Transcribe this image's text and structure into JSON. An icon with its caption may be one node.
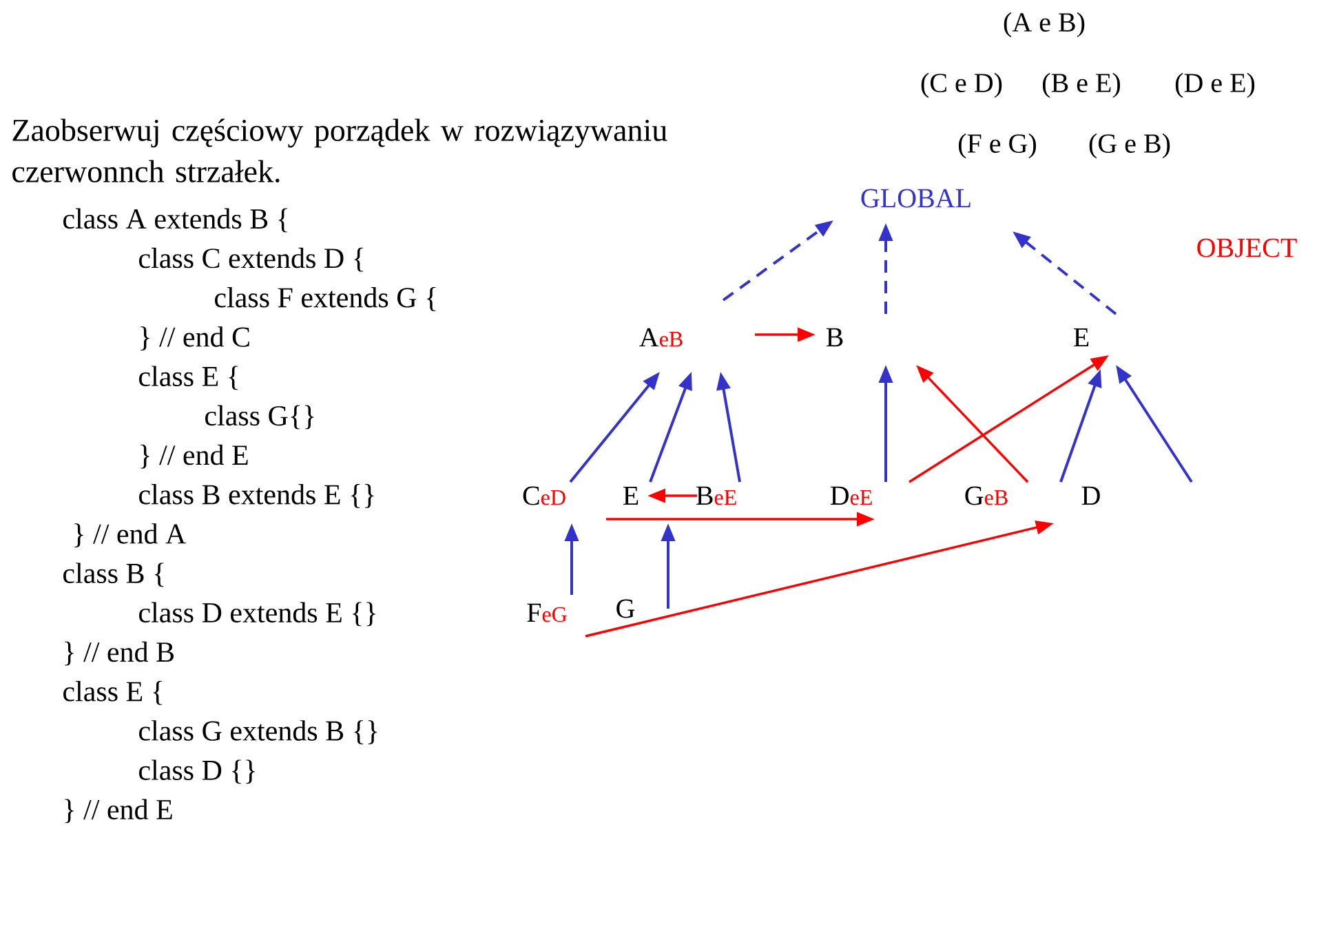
{
  "diagram": {
    "nodes": [
      {
        "text": [
          "GLOBAL"
        ]
      },
      {
        "text": [
          "OBJECT"
        ]
      },
      {
        "text": [
          "A",
          "eB"
        ]
      },
      {
        "text": [
          "B"
        ]
      },
      {
        "text": [
          "E"
        ]
      },
      {
        "text": [
          "C",
          "eD"
        ]
      },
      {
        "text": [
          "E"
        ]
      },
      {
        "text": [
          "B",
          "eE"
        ]
      },
      {
        "text": [
          "D",
          "eE"
        ]
      },
      {
        "text": [
          "G",
          "eB"
        ]
      },
      {
        "text": [
          "D"
        ]
      },
      {
        "text": [
          "F",
          "eG"
        ]
      },
      {
        "text": [
          "G"
        ]
      }
    ],
    "edges": [
      {
        "from": 2,
        "to": 0,
        "arrow": "to",
        "style": "dashed"
      },
      {
        "from": 3,
        "to": 0,
        "arrow": "to",
        "style": "dashed"
      },
      {
        "from": 4,
        "to": 0,
        "arrow": "to",
        "style": "dashed"
      },
      {
        "from": 2,
        "to": 3,
        "arrow": "to",
        "color": "#ff0000"
      },
      {
        "from": 5,
        "to": 2,
        "arrow": "to"
      },
      {
        "from": 6,
        "to": 2,
        "arrow": "to"
      },
      {
        "from": 7,
        "to": 2,
        "arrow": "to"
      },
      {
        "from": 7,
        "to": 6,
        "arrow": "to",
        "color": "#ff0000"
      },
      {
        "from": 6,
        "to": 8,
        "arrow": "to",
        "color": "#ff0000"
      },
      {
        "from": 8,
        "to": 3,
        "arrow": "to"
      },
      {
        "from": 8,
        "to": 4,
        "arrow": "to",
        "color": "#ff0000"
      },
      {
        "from": 9,
        "to": 3,
        "arrow": "to",
        "color": "#ff0000"
      },
      {
        "from": 10,
        "to": 4,
        "arrow": "to"
      },
      {
        "from": null,
        "to": 4,
        "arrow": "to"
      },
      {
        "from": 11,
        "to": 9,
        "arrow": "to",
        "color": "#ff0000"
      },
      {
        "from": 11,
        "to": 5,
        "arrow": "to"
      },
      {
        "from": 12,
        "to": 6,
        "arrow": "to"
      }
    ],
    "labels": [
      "(A e B)",
      "(C e D)",
      "(B e E)",
      "(D e E)",
      "(F e G)",
      "(G e B)",
      "Zaobserwuj częściowy porządek w rozwiązywaniu czerwonnch strzałek.",
      "class A extends B {",
      "class C extends D {",
      "class F extends G {",
      "} // end C",
      "class E {",
      "class G{}",
      "}  // end E",
      "class B extends E {}",
      "} //  end A",
      "class B {",
      "class D extends E {}",
      "} // end B",
      "class E {",
      "class G extends B {}",
      "class D {}",
      "} // end E"
    ]
  }
}
